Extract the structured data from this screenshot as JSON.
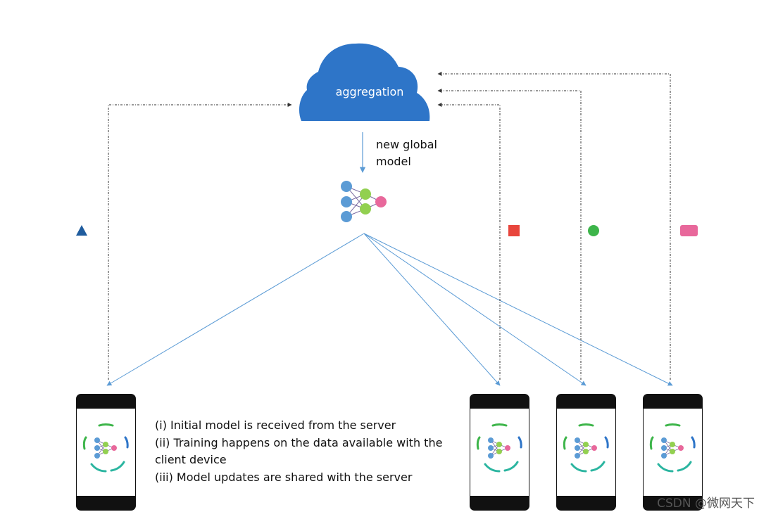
{
  "cloud": {
    "label": "aggregation",
    "color": "#2E75C8"
  },
  "arrow_label": {
    "line1": "new global",
    "line2": "model"
  },
  "steps": [
    "(i) Initial model is received from the server",
    "(ii) Training happens on the data available with the",
    "client device",
    "(iii) Model updates are shared with the server"
  ],
  "markers": [
    {
      "shape": "triangle",
      "color": "#1F5C9E"
    },
    {
      "shape": "square",
      "color": "#E8453C"
    },
    {
      "shape": "circle",
      "color": "#3DB54A"
    },
    {
      "shape": "rounded-rect",
      "color": "#E8689B"
    }
  ],
  "colors": {
    "arrow": "#5B9BD5",
    "dotted": "#333333",
    "node_blue": "#5B9BD5",
    "node_green": "#92D050",
    "node_pink": "#E8689B",
    "phone_body": "#111111"
  },
  "watermark": "CSDN @微网天下"
}
